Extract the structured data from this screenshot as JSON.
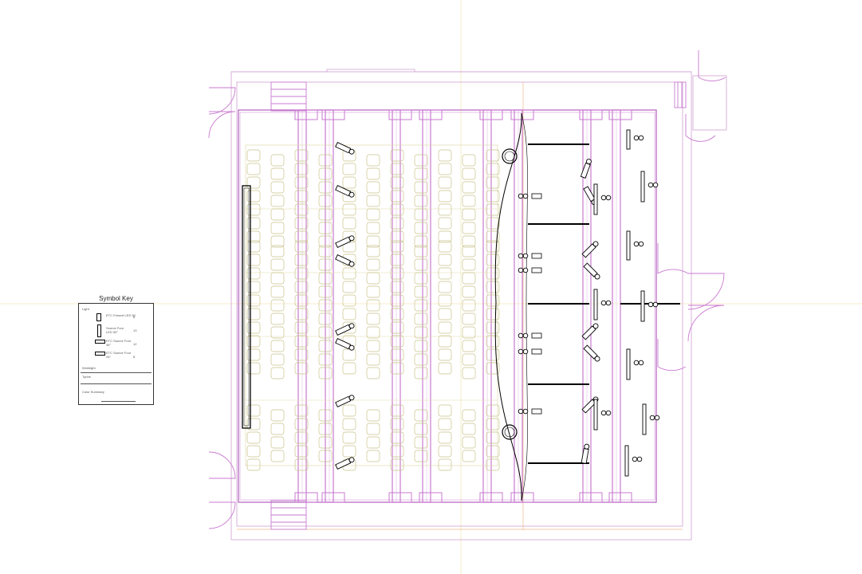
{
  "symbol_key": {
    "title": "Symbol Key",
    "sections": {
      "light": "Light",
      "worklight": "Worklight",
      "tynhe": "Tynhe",
      "color_summary": "Color Summary"
    },
    "entries": [
      {
        "text": "ETC Fresnel LED 50",
        "count": "8"
      },
      {
        "text": "Source Four LED 50°",
        "count": "13"
      },
      {
        "text": "ETC Source Four 36°",
        "count": "12"
      },
      {
        "text": "ETC Source Four 26°",
        "count": "8"
      }
    ]
  },
  "colors": {
    "wall": "#d49ad9",
    "wall_dark": "#b86cc4",
    "seat": "#c9c48a",
    "beam": "#000000",
    "thin": "#cfa0d3",
    "guide_v": "#f0e2a0",
    "guide_h": "#f5e3b4",
    "orange": "#f1b98a"
  }
}
